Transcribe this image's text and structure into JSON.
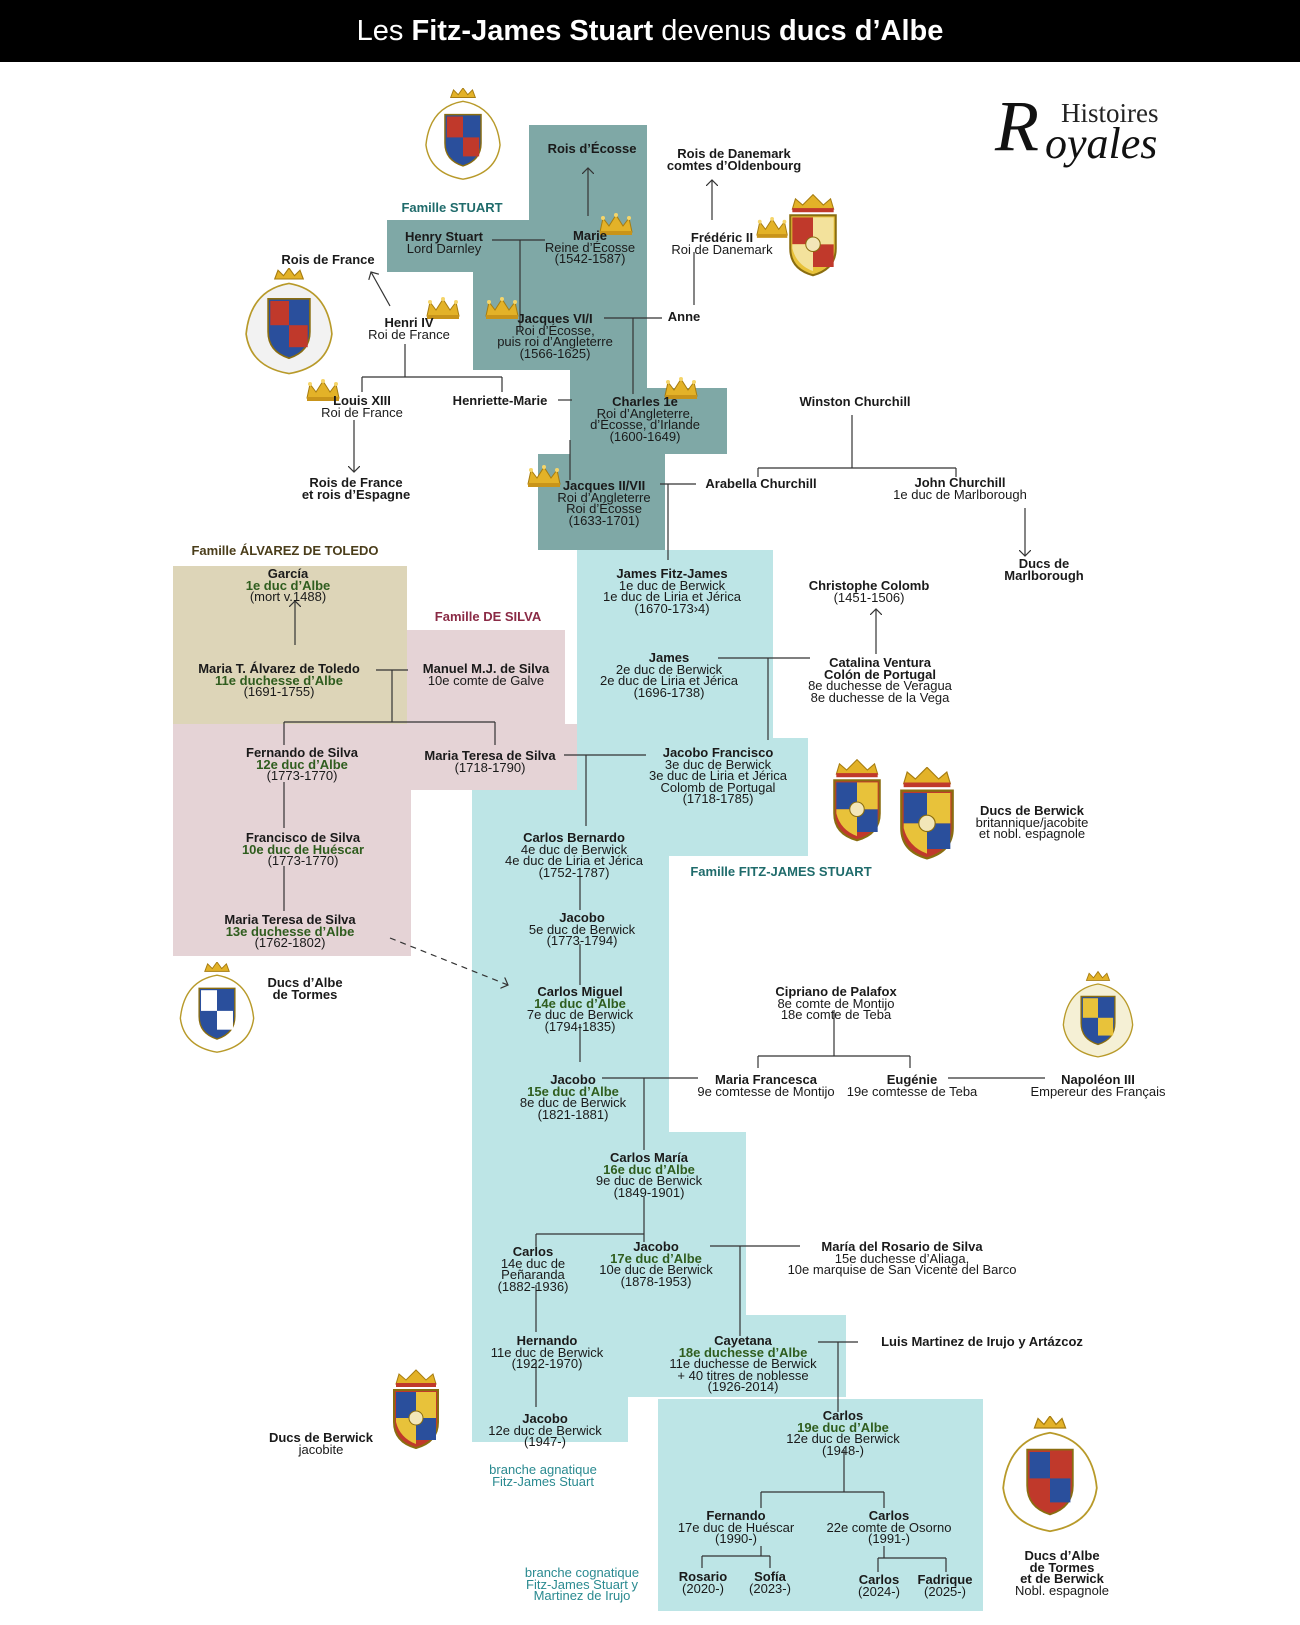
{
  "title": {
    "part1": "Les ",
    "part2": "Fitz-James Stuart",
    "part3": " devenus ",
    "part4": "ducs d’Albe"
  },
  "logo": {
    "line1": "Histoires",
    "line2_initial": "R",
    "line2_rest": "oyales"
  },
  "families": {
    "stuart": "Famille STUART",
    "alvarez": "Famille ÁLVAREZ DE TOLEDO",
    "silva": "Famille DE SILVA",
    "fitzjames": "Famille FITZ-JAMES STUART"
  },
  "colors": {
    "stuart": "#7fa8a6",
    "fitzjames": "#bde5e6",
    "alvarez": "#ddd5b8",
    "silva": "#e5d3d6",
    "green_title": "#2f5d1e",
    "stuart_label": "#1f6b6b",
    "alvarez_label": "#4a3d1a",
    "silva_label": "#8a2a45",
    "branch": "#2a8a90"
  },
  "people": {
    "rois_ecosse": {
      "name": "Rois d’Écosse"
    },
    "rois_danemark": {
      "name": "Rois de Danemark",
      "l2": "comtes d’Oldenbourg"
    },
    "henry": {
      "name": "Henry Stuart",
      "l2": "Lord Darnley"
    },
    "marie": {
      "name": "Marie",
      "l2": "Reine d’Écosse",
      "l3": "(1542-1587)"
    },
    "frederic": {
      "name": "Frédéric II",
      "l2": "Roi de Danemark"
    },
    "rois_france": {
      "name": "Rois de France"
    },
    "henri4": {
      "name": "Henri IV",
      "l2": "Roi de France"
    },
    "jacques6": {
      "name": "Jacques VI/I",
      "l2": "Roi d’Écosse,",
      "l3": "puis roi d’Angleterre",
      "l4": "(1566-1625)"
    },
    "anne": {
      "name": "Anne"
    },
    "louis13": {
      "name": "Louis XIII",
      "l2": "Roi de France"
    },
    "henriette": {
      "name": "Henriette-Marie"
    },
    "charles1": {
      "name": "Charles 1e",
      "l2": "Roi d’Angleterre,",
      "l3": "d’Écosse, d’Irlande",
      "l4": "(1600-1649)"
    },
    "winston": {
      "name": "Winston Churchill"
    },
    "rois_france_esp": {
      "name": "Rois de France",
      "l2": "et rois d’Espagne"
    },
    "jacques2": {
      "name": "Jacques II/VII",
      "l2": "Roi d’Angleterre",
      "l3": "Roi d’Écosse",
      "l4": "(1633-1701)"
    },
    "arabella": {
      "name": "Arabella Churchill"
    },
    "john": {
      "name": "John Churchill",
      "l2": "1e duc de Marlborough"
    },
    "marlborough": {
      "name": "Ducs de",
      "l2": "Marlborough"
    },
    "garcia": {
      "name": "García",
      "l2": "1e duc d’Albe",
      "l3": "(mort v.1488)"
    },
    "james_fj": {
      "name": "James Fitz-James",
      "l2": "1e duc de Berwick",
      "l3": "1e duc de Liria et Jérica",
      "l4": "(1670-173›4)"
    },
    "colomb": {
      "name": "Christophe Colomb",
      "l2": "(1451-1506)"
    },
    "maria_t": {
      "name": "Maria T. Álvarez de Toledo",
      "l2": "11e duchesse d’Albe",
      "l3": "(1691-1755)"
    },
    "manuel": {
      "name": "Manuel M.J. de Silva",
      "l2": "10e comte de Galve"
    },
    "james2": {
      "name": "James",
      "l2": "2e duc de Berwick",
      "l3": "2e duc de Liria et Jérica",
      "l4": "(1696-1738)"
    },
    "catalina": {
      "name": "Catalina Ventura",
      "l2": "Colón de Portugal",
      "l3": "8e duchesse de Veragua",
      "l4": "8e duchesse de la Vega"
    },
    "fernando_silva": {
      "name": "Fernando de Silva",
      "l2": "12e duc d’Albe",
      "l3": "(1773-1770)"
    },
    "maria_teresa_1": {
      "name": "Maria Teresa de Silva",
      "l2": "(1718-1790)"
    },
    "jacobo_f": {
      "name": "Jacobo Francisco",
      "l2": "3e duc de Berwick",
      "l3": "3e duc de Liria et Jérica",
      "l4": "Colomb de Portugal",
      "l5": "(1718-1785)"
    },
    "ducs_berwick_1": {
      "name": "Ducs de Berwick",
      "l2": "britannique/jacobite",
      "l3": "et nobl. espagnole"
    },
    "carlos_b": {
      "name": "Carlos Bernardo",
      "l2": "4e duc de Berwick",
      "l3": "4e duc de Liria et Jérica",
      "l4": "(1752-1787)"
    },
    "francisco": {
      "name": "Francisco de Silva",
      "l2": "10e duc de Huéscar",
      "l3": "(1773-1770)"
    },
    "jacobo5": {
      "name": "Jacobo",
      "l2": "5e duc de Berwick",
      "l3": "(1773-1794)"
    },
    "maria_teresa_13": {
      "name": "Maria Teresa de Silva",
      "l2": "13e duchesse d’Albe",
      "l3": "(1762-1802)"
    },
    "ducs_albe_tormes": {
      "name": "Ducs d’Albe",
      "l2": "de Tormes"
    },
    "carlos_m": {
      "name": "Carlos Miguel",
      "l2": "14e duc d’Albe",
      "l3": "7e duc de Berwick",
      "l4": "(1794-1835)"
    },
    "cipriano": {
      "name": "Cipriano de Palafox",
      "l2": "8e comte de Montijo",
      "l3": "18e comte de Teba"
    },
    "jacobo15": {
      "name": "Jacobo",
      "l2": "15e duc d’Albe",
      "l3": "8e duc de Berwick",
      "l4": "(1821-1881)"
    },
    "maria_francesca": {
      "name": "Maria Francesca",
      "l2": "9e comtesse de Montijo"
    },
    "eugenie": {
      "name": "Eugénie",
      "l2": "19e comtesse de Teba"
    },
    "napoleon": {
      "name": "Napoléon III",
      "l2": "Empereur des Français"
    },
    "carlos_maria": {
      "name": "Carlos María",
      "l2": "16e duc d’Albe",
      "l3": "9e duc de Berwick",
      "l4": "(1849-1901)"
    },
    "carlos14": {
      "name": "Carlos",
      "l2": "14e duc de",
      "l3": "Peñaranda",
      "l4": "(1882-1936)"
    },
    "jacobo17": {
      "name": "Jacobo",
      "l2": "17e duc d’Albe",
      "l3": "10e duc de Berwick",
      "l4": "(1878-1953)"
    },
    "rosario_silva": {
      "name": "María del Rosario de Silva",
      "l2": "15e duchesse d’Aliaga,",
      "l3": "10e marquise de San Vicente del Barco"
    },
    "hernando": {
      "name": "Hernando",
      "l2": "11e duc de Berwick",
      "l3": "(1922-1970)"
    },
    "cayetana": {
      "name": "Cayetana",
      "l2": "18e duchesse d’Albe",
      "l3": "11e duchesse de Berwick",
      "l4": "+ 40 titres de noblesse",
      "l5": "(1926-2014)"
    },
    "luis": {
      "name": "Luis Martinez de Irujo y Artázcoz"
    },
    "jacobo12": {
      "name": "Jacobo",
      "l2": "12e duc de Berwick",
      "l3": "(1947-)"
    },
    "carlos19": {
      "name": "Carlos",
      "l2": "19e duc d’Albe",
      "l3": "12e duc de Berwick",
      "l4": "(1948-)"
    },
    "ducs_berwick_2": {
      "name": "Ducs de Berwick",
      "l2": "jacobite"
    },
    "fernando17": {
      "name": "Fernando",
      "l2": "17e duc de Huéscar",
      "l3": "(1990-)"
    },
    "carlos22": {
      "name": "Carlos",
      "l2": "22e comte de Osorno",
      "l3": "(1991-)"
    },
    "rosario": {
      "name": "Rosario",
      "l2": "(2020-)"
    },
    "sofia": {
      "name": "Sofía",
      "l2": "(2023-)"
    },
    "carlos_2024": {
      "name": "Carlos",
      "l2": "(2024-)"
    },
    "fadrique": {
      "name": "Fadrique",
      "l2": "(2025-)"
    },
    "ducs_albe_tormes_berwick": {
      "name": "Ducs d’Albe",
      "l2": "de Tormes",
      "l3": "et de Berwick",
      "l4": "Nobl. espagnole"
    }
  },
  "branches": {
    "agnatique": {
      "l1": "branche agnatique",
      "l2": "Fitz-James Stuart"
    },
    "cognatique": {
      "l1": "branche cognatique",
      "l2": "Fitz-James Stuart y",
      "l3": "Martinez de Irujo"
    }
  },
  "icons": [
    "crown-icon",
    "coat-of-arms-icon"
  ]
}
